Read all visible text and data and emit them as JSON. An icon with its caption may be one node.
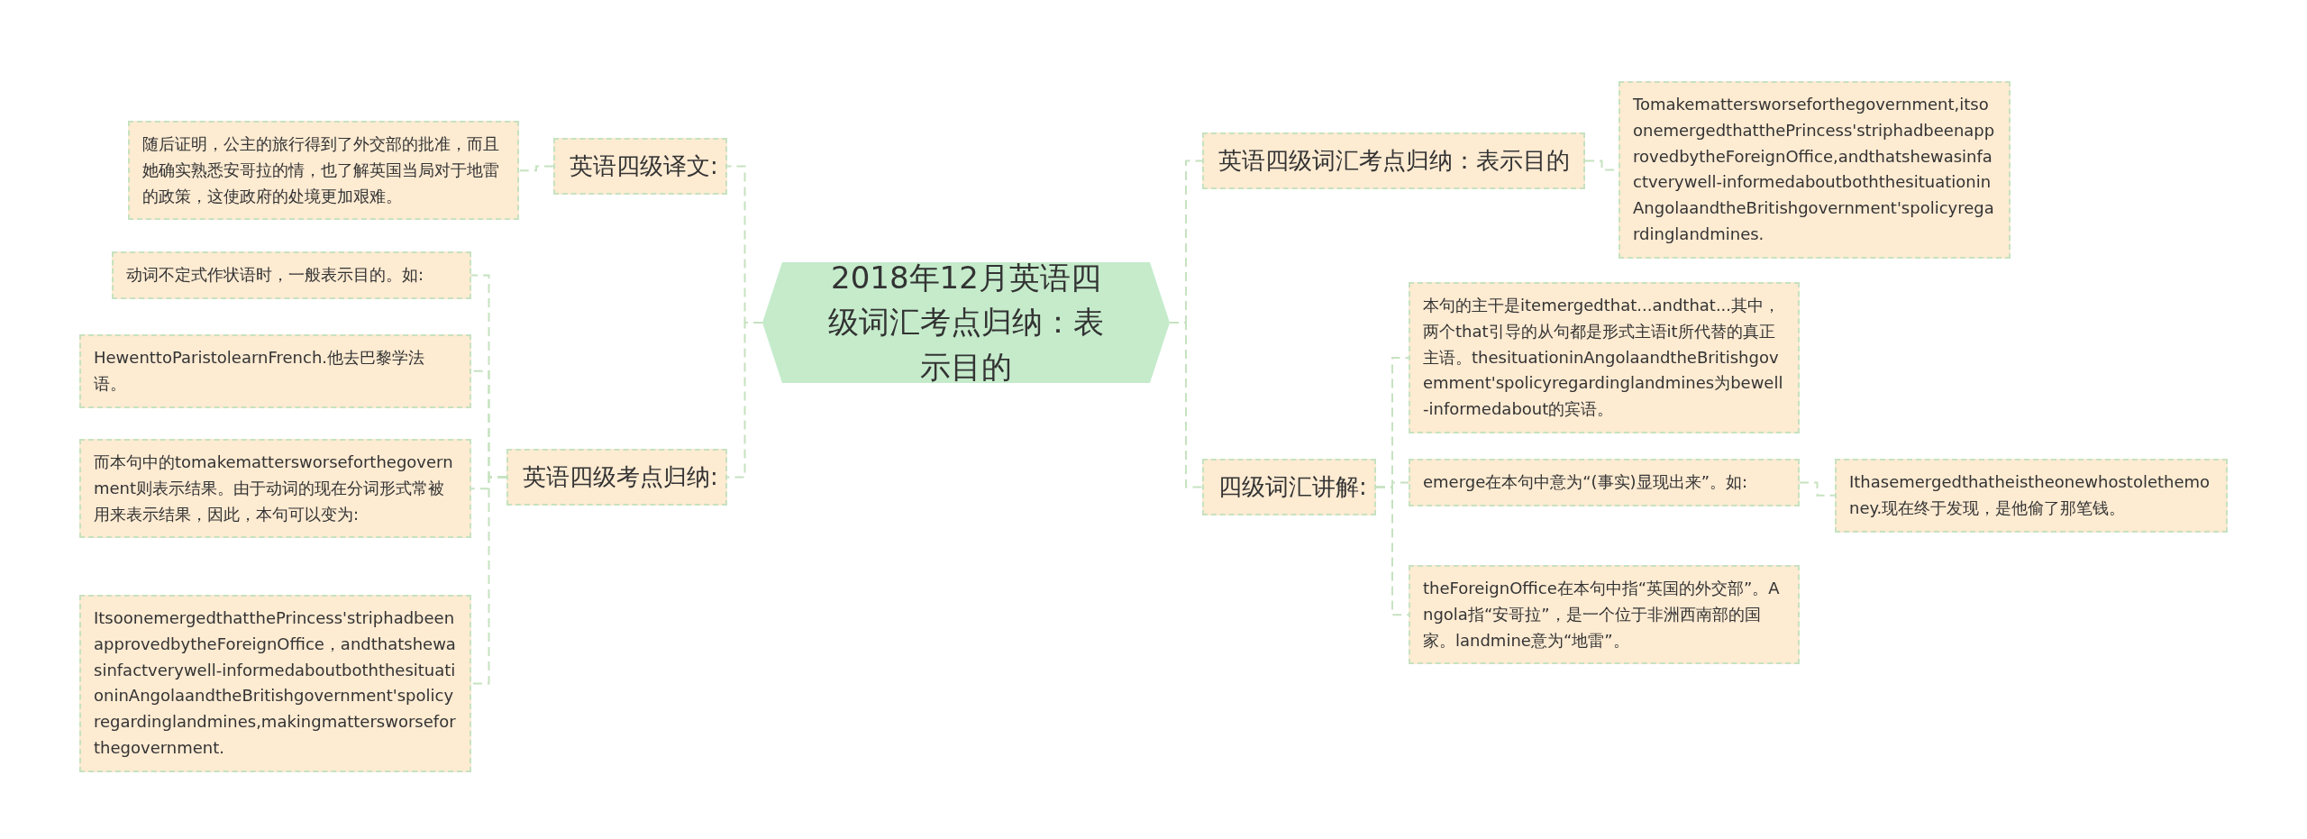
{
  "diagram": {
    "nodes": [
      {
        "text": [
          "2018年12月英语四级词汇考点归纳：表示目的"
        ]
      },
      {
        "text": [
          "英语四级译文:"
        ]
      },
      {
        "text": [
          "随后证明，公主的旅行得到了外交部的批准，而且她确实熟悉安哥拉的情，也了解英国当局对于地雷的政策，这使政府的处境更加艰难。"
        ]
      },
      {
        "text": [
          "英语四级考点归纳:"
        ]
      },
      {
        "text": [
          "动词不定式作状语时，一般表示目的。如:"
        ]
      },
      {
        "text": [
          "HewenttoParistolearnFrench.他去巴黎学法语。"
        ]
      },
      {
        "text": [
          "而本句中的tomakemattersworseforthegovernment则表示结果。由于动词的现在分词形式常被用来表示结果，因此，本句可以变为:"
        ]
      },
      {
        "text": [
          "ItsoonemergedthatthePrincess'striphadbeenapprovedbytheForeignOffice，andthatshewasinfactverywell-informedaboutboththesituationinAngolaandtheBritishgovernment'spolicyregardinglandmines,makingmattersworseforthegovernment."
        ]
      },
      {
        "text": [
          "英语四级词汇考点归纳：表示目的"
        ]
      },
      {
        "text": [
          "Tomakemattersworseforthegovernment,itsoonemergedthatthePrincess'striphadbeenapprovedbytheForeignOffice,andthatshewasinfactverywell-informedaboutboththesituationinAngolaandtheBritishgovernment'spolicyregardinglandmines."
        ]
      },
      {
        "text": [
          "四级词汇讲解:"
        ]
      },
      {
        "text": [
          "本句的主干是itemergedthat...andthat...其中，两个that引导的从句都是形式主语it所代替的真正主语。thesituationinAngolaandtheBritishgovemment'spolicyregardinglandmines为bewell-informedabout的宾语。"
        ]
      },
      {
        "text": [
          "emerge在本句中意为“(事实)显现出来”。如:"
        ]
      },
      {
        "text": [
          "Ithasemergedthatheistheonewhostolethemoney.现在终于发现，是他偷了那笔钱。"
        ]
      },
      {
        "text": [
          "theForeignOffice在本句中指“英国的外交部”。Angola指“安哥拉”，是一个位于非洲西南部的国家。landmine意为“地雷”。"
        ]
      }
    ],
    "edges": [
      {
        "from": 0,
        "to": 1,
        "arrow": "none"
      },
      {
        "from": 1,
        "to": 2,
        "arrow": "none"
      },
      {
        "from": 0,
        "to": 3,
        "arrow": "none"
      },
      {
        "from": 3,
        "to": 4,
        "arrow": "none"
      },
      {
        "from": 3,
        "to": 5,
        "arrow": "none"
      },
      {
        "from": 3,
        "to": 6,
        "arrow": "none"
      },
      {
        "from": 3,
        "to": 7,
        "arrow": "none"
      },
      {
        "from": 0,
        "to": 8,
        "arrow": "none"
      },
      {
        "from": 8,
        "to": 9,
        "arrow": "none"
      },
      {
        "from": 0,
        "to": 10,
        "arrow": "none"
      },
      {
        "from": 10,
        "to": 11,
        "arrow": "none"
      },
      {
        "from": 10,
        "to": 12,
        "arrow": "none"
      },
      {
        "from": 12,
        "to": 13,
        "arrow": "none"
      },
      {
        "from": 10,
        "to": 14,
        "arrow": "none"
      }
    ]
  }
}
